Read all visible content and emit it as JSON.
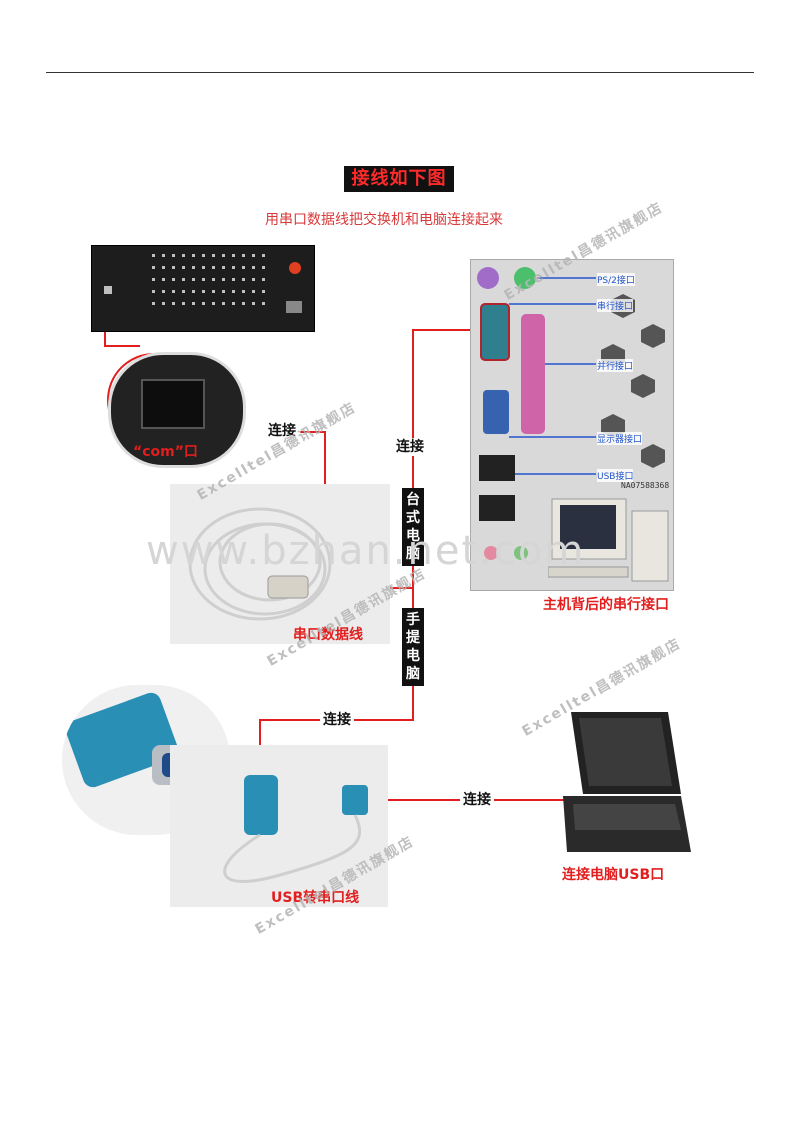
{
  "header": {
    "title": "接线如下图",
    "subtitle": "用串口数据线把交换机和电脑连接起来"
  },
  "watermarks": {
    "brand": "Excelltel昌德讯旗舰店",
    "url": "www.bzhan.net.com"
  },
  "connectors": {
    "label": "连接",
    "desktop": "台式电脑",
    "laptop": "手提电脑"
  },
  "captions": {
    "com_port": "“com”口",
    "serial_cable": "串口数据线",
    "usb_serial_cable": "USB转串口线",
    "rear_serial": "主机背后的串行接口",
    "laptop_usb": "连接电脑USB口"
  },
  "port_labels": {
    "ps2": "PS/2接口",
    "serial": "串行接口",
    "parallel": "并行接口",
    "display": "显示器接口",
    "usb": "USB接口"
  },
  "barcode": "NA07588368",
  "colors": {
    "line": "#e21e1e",
    "port_blue": "#2255cc",
    "title_bg": "#111111",
    "title_fg": "#ff2a2a"
  }
}
